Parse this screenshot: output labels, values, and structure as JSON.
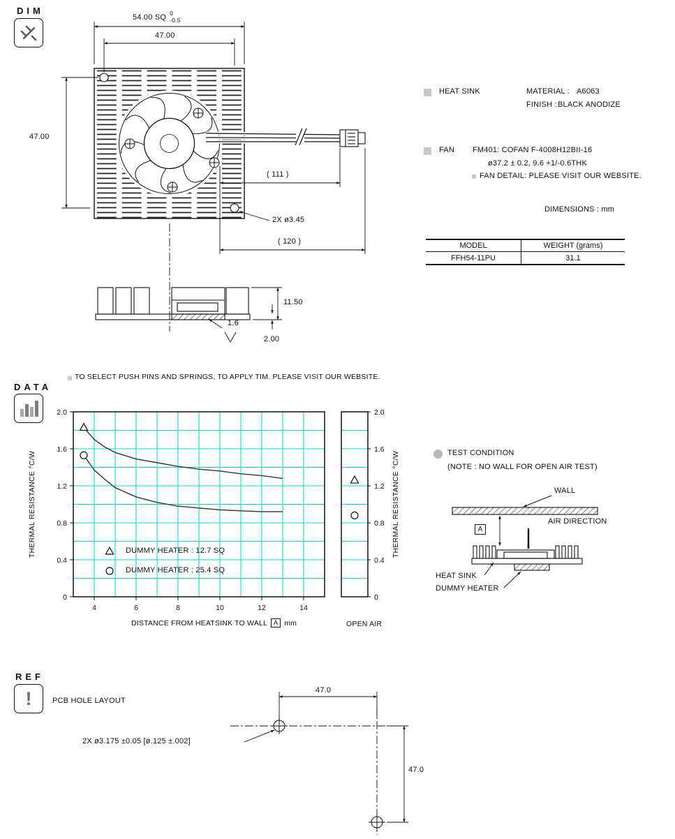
{
  "sections": {
    "dim_label": "DIM",
    "data_label": "DATA",
    "ref_label": "REF"
  },
  "dim": {
    "topview": {
      "sq_dim": "54.00 SQ",
      "sq_tol_upper": "0",
      "sq_tol_lower": "-0.5",
      "hole_pitch_top": "47.00",
      "hole_pitch_left": "47.00",
      "cable_dim": "( 111 )",
      "overall_dim": "( 120 )",
      "hole_callout": "2X ø3.45"
    },
    "sideview": {
      "height": "11.50",
      "roughness": "1.6",
      "base_thickness": "2.00"
    },
    "notes": {
      "heatsink_label": "HEAT SINK",
      "material_label": "MATERIAL :",
      "material_value": "A6063",
      "finish_label": "FINISH :",
      "finish_value": "BLACK ANODIZE",
      "fan_label": "FAN",
      "fan_spec": "FM401: COFAN F-4008H12BII-16",
      "fan_size": "ø37.2 ± 0.2, 9.6 +1/-0.6THK",
      "fan_detail": "FAN DETAIL: PLEASE VISIT OUR WEBSITE.",
      "units_note": "DIMENSIONS  :  mm"
    },
    "table": {
      "headers": [
        "MODEL",
        "WEIGHT (grams)"
      ],
      "model": "FFH54-11PU",
      "weight": "31.1"
    }
  },
  "data_section": {
    "note": "TO SELECT PUSH PINS AND SPRINGS, TO APPLY TIM.  PLEASE VISIT OUR WEBSITE.",
    "test_condition": {
      "title": "TEST CONDITION",
      "note": "(NOTE : NO WALL FOR OPEN AIR TEST)",
      "wall_label": "WALL",
      "air_label": "AIR DIRECTION",
      "gap_label": "A",
      "heatsink_label": "HEAT SINK",
      "heater_label": "DUMMY HEATER"
    }
  },
  "chart_data": {
    "type": "line",
    "xlabel_prefix": "DISTANCE FROM HEATSINK TO WALL",
    "xlabel_box": "A",
    "xlabel_suffix": "mm",
    "ylabel_left": "THERMAL  RESISTANCE  °C/W",
    "ylabel_right": "THERMAL  RESISTANCE  °C/W",
    "open_air_label": "OPEN AIR",
    "xlim": [
      3,
      15
    ],
    "ylim": [
      0,
      2.0
    ],
    "x_grid_step": 1,
    "y_grid_step": 0.2,
    "grid_color": "#00d9d9",
    "xticks": [
      4,
      6,
      8,
      10,
      12,
      14
    ],
    "yticks": [
      0,
      0.4,
      0.8,
      1.2,
      1.6,
      2.0
    ],
    "ytick_labels": [
      "0",
      "0.4",
      "0.8",
      "1.2",
      "1.6",
      "2.0"
    ],
    "series": [
      {
        "name": "DUMMY HEATER :  12.7 SQ",
        "marker": "triangle",
        "x": [
          3.5,
          4,
          4.5,
          5,
          6,
          7,
          8,
          9,
          10,
          11,
          12,
          13
        ],
        "y": [
          1.83,
          1.7,
          1.62,
          1.56,
          1.49,
          1.45,
          1.41,
          1.38,
          1.36,
          1.33,
          1.31,
          1.28
        ]
      },
      {
        "name": "DUMMY HEATER :  25.4 SQ",
        "marker": "circle",
        "x": [
          3.5,
          4,
          4.5,
          5,
          6,
          7,
          8,
          9,
          10,
          11,
          12,
          13
        ],
        "y": [
          1.53,
          1.37,
          1.27,
          1.18,
          1.08,
          1.02,
          0.98,
          0.96,
          0.94,
          0.93,
          0.92,
          0.92
        ]
      }
    ],
    "open_air": {
      "points": [
        {
          "marker": "triangle",
          "value": 1.26
        },
        {
          "marker": "circle",
          "value": 0.88
        }
      ]
    }
  },
  "ref_section": {
    "title": "PCB HOLE LAYOUT",
    "hole_callout": "2X  ø3.175 ±0.05 [ø.125 ±.002]",
    "dim_horizontal": "47.0",
    "dim_vertical": "47.0"
  }
}
